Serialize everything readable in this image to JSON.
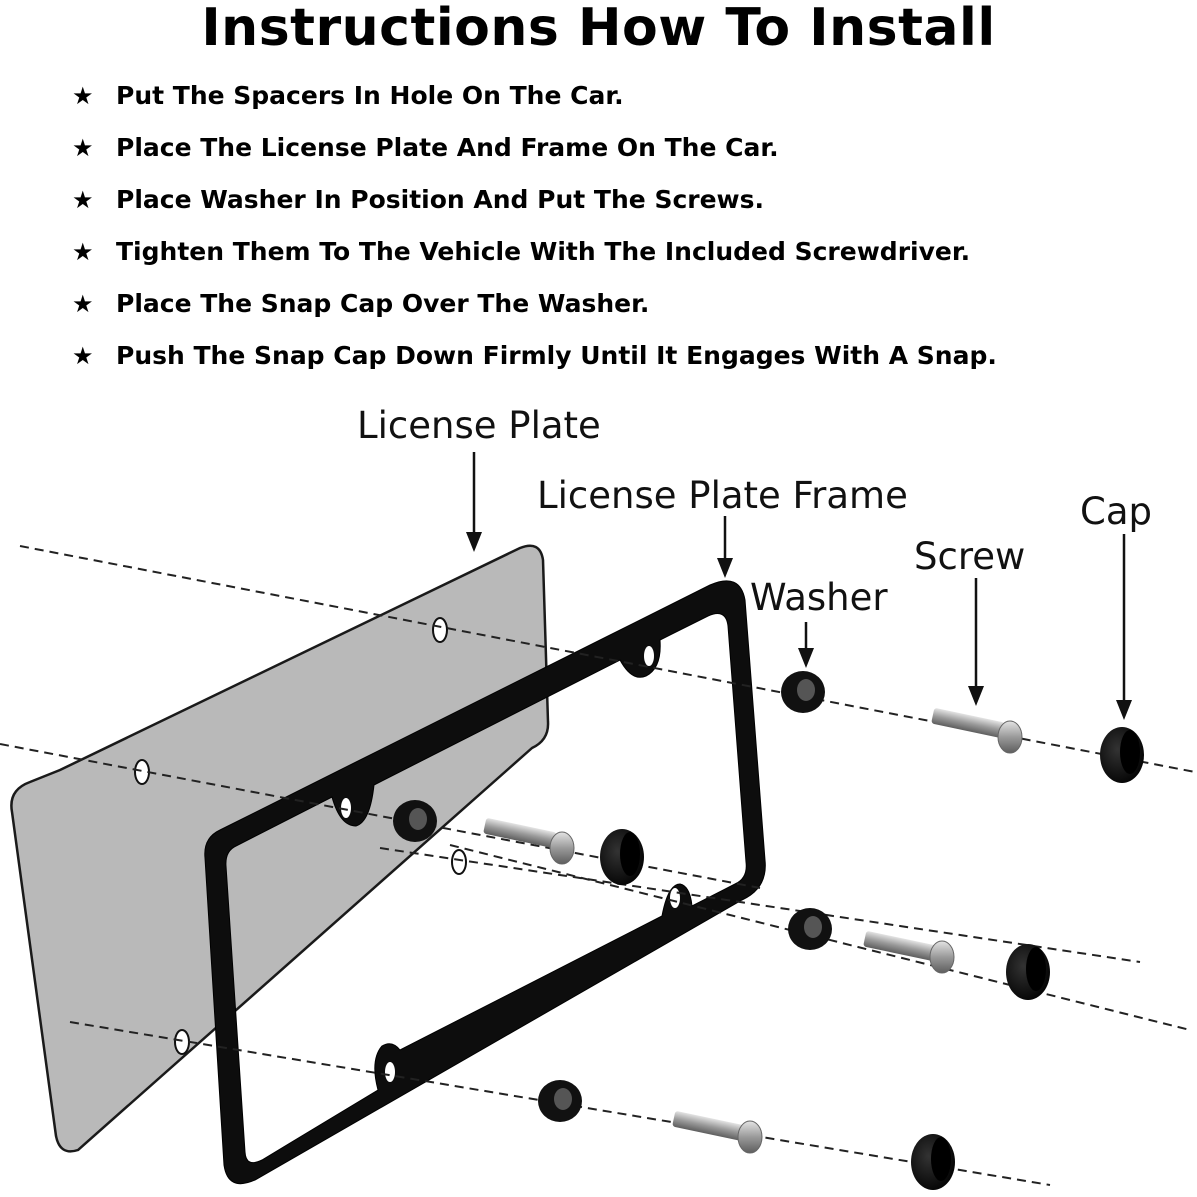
{
  "title": "Instructions How To Install",
  "steps": [
    "Put The Spacers In Hole On The Car.",
    "Place The License Plate And Frame On The Car.",
    "Place Washer In Position And Put The Screws.",
    "Tighten Them To The Vehicle With The Included Screwdriver.",
    "Place The Snap Cap Over The Washer.",
    "Push The Snap Cap Down Firmly Until It Engages With A Snap."
  ],
  "bullet_icon": "star-icon",
  "labels": {
    "license_plate": "License Plate",
    "license_plate_frame": "License Plate Frame",
    "washer": "Washer",
    "screw": "Screw",
    "cap": "Cap"
  },
  "colors": {
    "plate_fill": "#b8b8b8",
    "frame": "#0d0d0d",
    "screw": "#a9a9a9",
    "text": "#000000"
  }
}
